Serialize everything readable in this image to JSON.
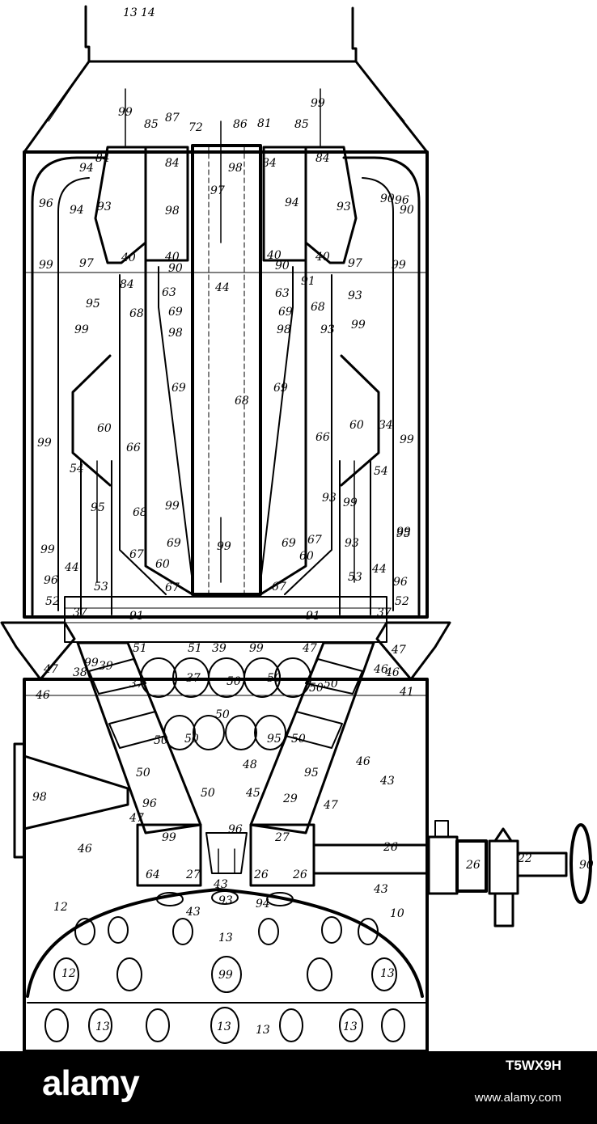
{
  "figure": {
    "reference_numerals": [
      "99",
      "85",
      "87",
      "72",
      "86",
      "81",
      "85",
      "99",
      "84",
      "84",
      "84",
      "84",
      "94",
      "98",
      "97",
      "98",
      "94",
      "93",
      "93",
      "96",
      "94",
      "90",
      "90",
      "96",
      "40",
      "40",
      "40",
      "40",
      "99",
      "97",
      "90",
      "90",
      "97",
      "99",
      "44",
      "63",
      "63",
      "84",
      "91",
      "95",
      "68",
      "69",
      "69",
      "68",
      "93",
      "99",
      "99",
      "93",
      "98",
      "98",
      "69",
      "69",
      "60",
      "66",
      "66",
      "60",
      "68",
      "54",
      "99",
      "99",
      "34",
      "54",
      "95",
      "93",
      "68",
      "99",
      "99",
      "69",
      "69",
      "99",
      "93",
      "95",
      "60",
      "60",
      "67",
      "67",
      "67",
      "67",
      "53",
      "53",
      "99",
      "99",
      "44",
      "44",
      "96",
      "96",
      "52",
      "52",
      "37",
      "37",
      "91",
      "91",
      "51",
      "51",
      "39",
      "99",
      "47",
      "99",
      "39",
      "47",
      "47",
      "38",
      "46",
      "46",
      "46",
      "41",
      "37",
      "37",
      "50",
      "50",
      "50",
      "50",
      "50",
      "50",
      "95",
      "50",
      "50",
      "50",
      "50",
      "48",
      "45",
      "95",
      "43",
      "98",
      "96",
      "29",
      "47",
      "47",
      "46",
      "46",
      "99",
      "96",
      "27",
      "64",
      "27",
      "26",
      "26",
      "26",
      "26",
      "22",
      "90",
      "12",
      "10",
      "43",
      "43",
      "43",
      "93",
      "94",
      "12",
      "99",
      "13",
      "13",
      "13",
      "13",
      "13",
      "13",
      "13",
      "14"
    ]
  },
  "watermark": {
    "brand": "alamy",
    "image_id": "T5WX9H",
    "site": "www.alamy.com"
  }
}
